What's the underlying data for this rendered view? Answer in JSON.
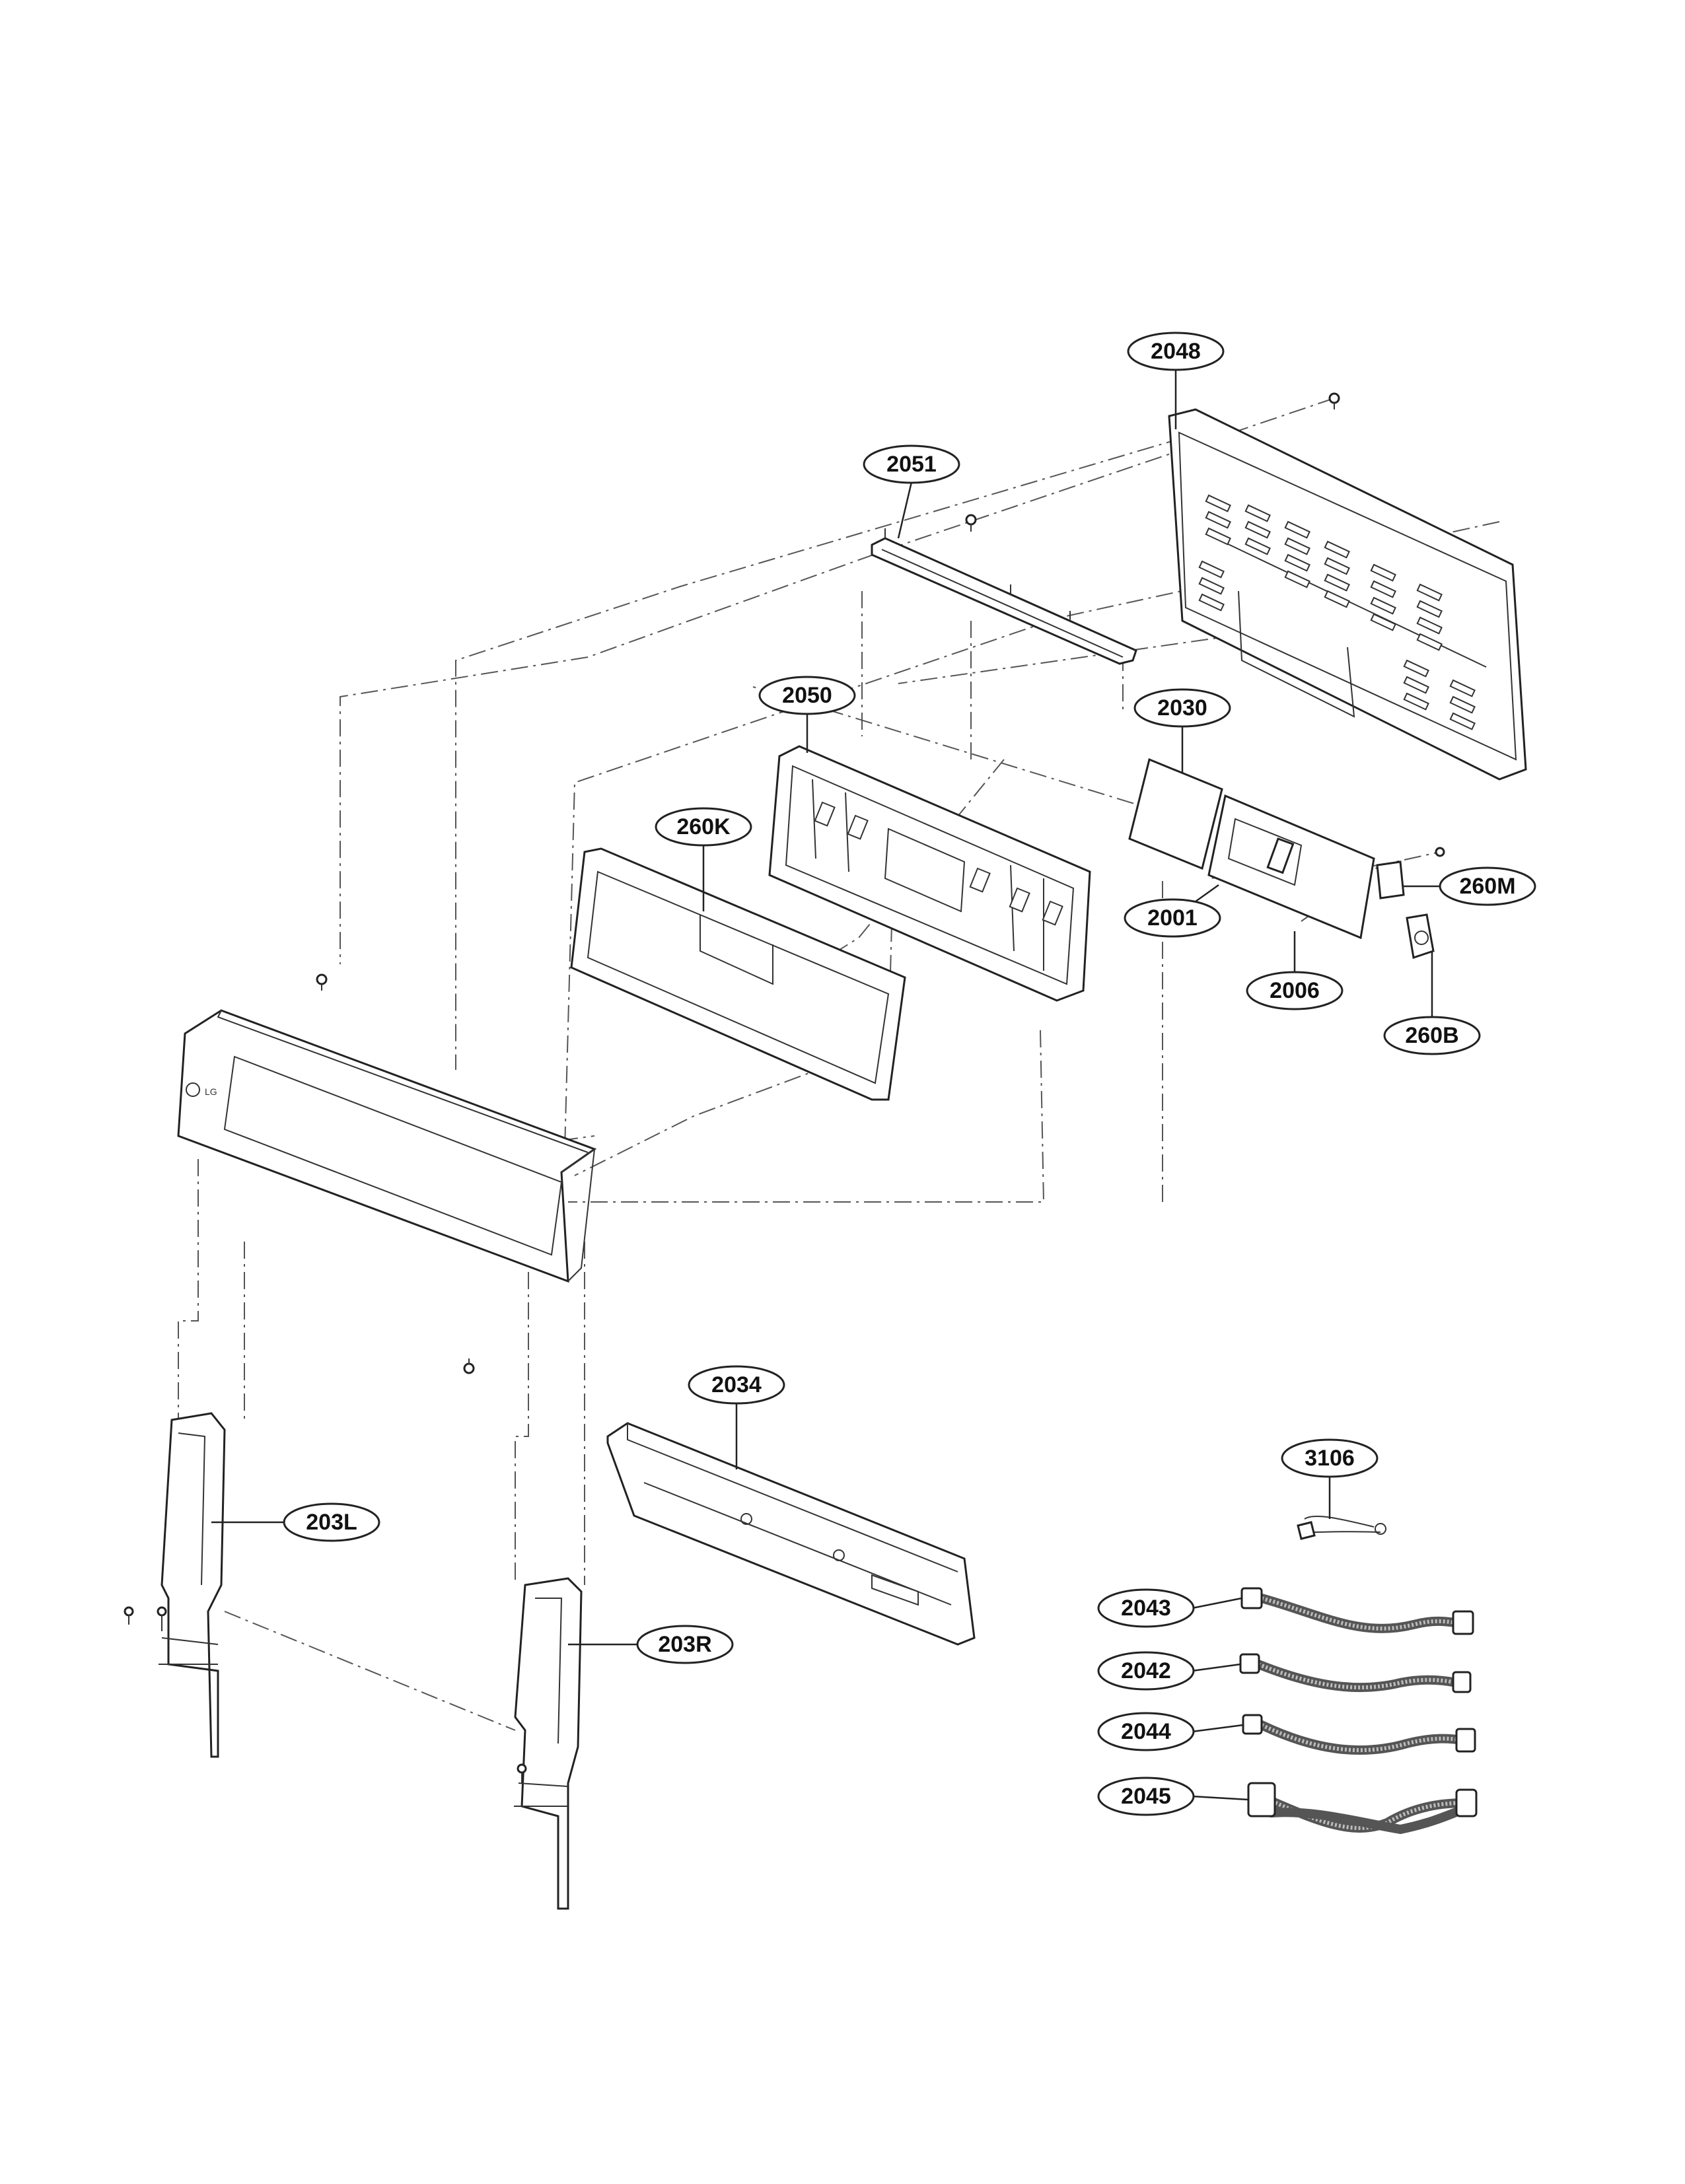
{
  "callouts": [
    {
      "id": "2048",
      "label": "2048"
    },
    {
      "id": "2051",
      "label": "2051"
    },
    {
      "id": "2050",
      "label": "2050"
    },
    {
      "id": "2030",
      "label": "2030"
    },
    {
      "id": "260K",
      "label": "260K"
    },
    {
      "id": "260M",
      "label": "260M"
    },
    {
      "id": "2001",
      "label": "2001"
    },
    {
      "id": "2006",
      "label": "2006"
    },
    {
      "id": "260B",
      "label": "260B"
    },
    {
      "id": "2034",
      "label": "2034"
    },
    {
      "id": "203L",
      "label": "203L"
    },
    {
      "id": "203R",
      "label": "203R"
    },
    {
      "id": "3106",
      "label": "3106"
    },
    {
      "id": "2043",
      "label": "2043"
    },
    {
      "id": "2042",
      "label": "2042"
    },
    {
      "id": "2044",
      "label": "2044"
    },
    {
      "id": "2045",
      "label": "2045"
    }
  ],
  "logo": "LG"
}
